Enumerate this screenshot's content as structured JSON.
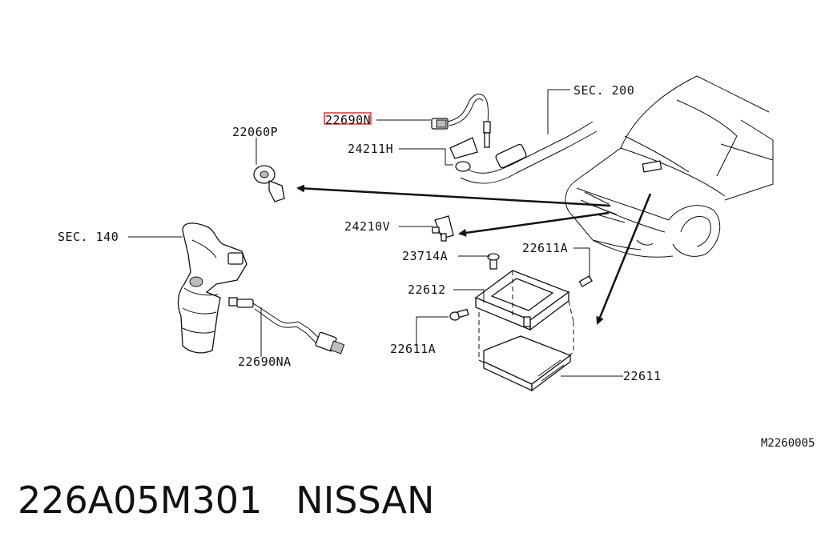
{
  "labels": {
    "sec200": "SEC. 200",
    "sec140": "SEC. 140",
    "p22690n_prefix": "22690",
    "p22690n_suffix": "N",
    "p22060p": "22060P",
    "p24211h": "24211H",
    "p24210v": "24210V",
    "p23714a": "23714A",
    "p22611a_top": "22611A",
    "p22612": "22612",
    "p22611a_bottom": "22611A",
    "p22611": "22611",
    "p22690na": "22690NA"
  },
  "diagram_ref": "M2260005",
  "footer": {
    "part_number": "226A05M301",
    "brand": "NISSAN"
  },
  "highlight_color": "#e8312f"
}
